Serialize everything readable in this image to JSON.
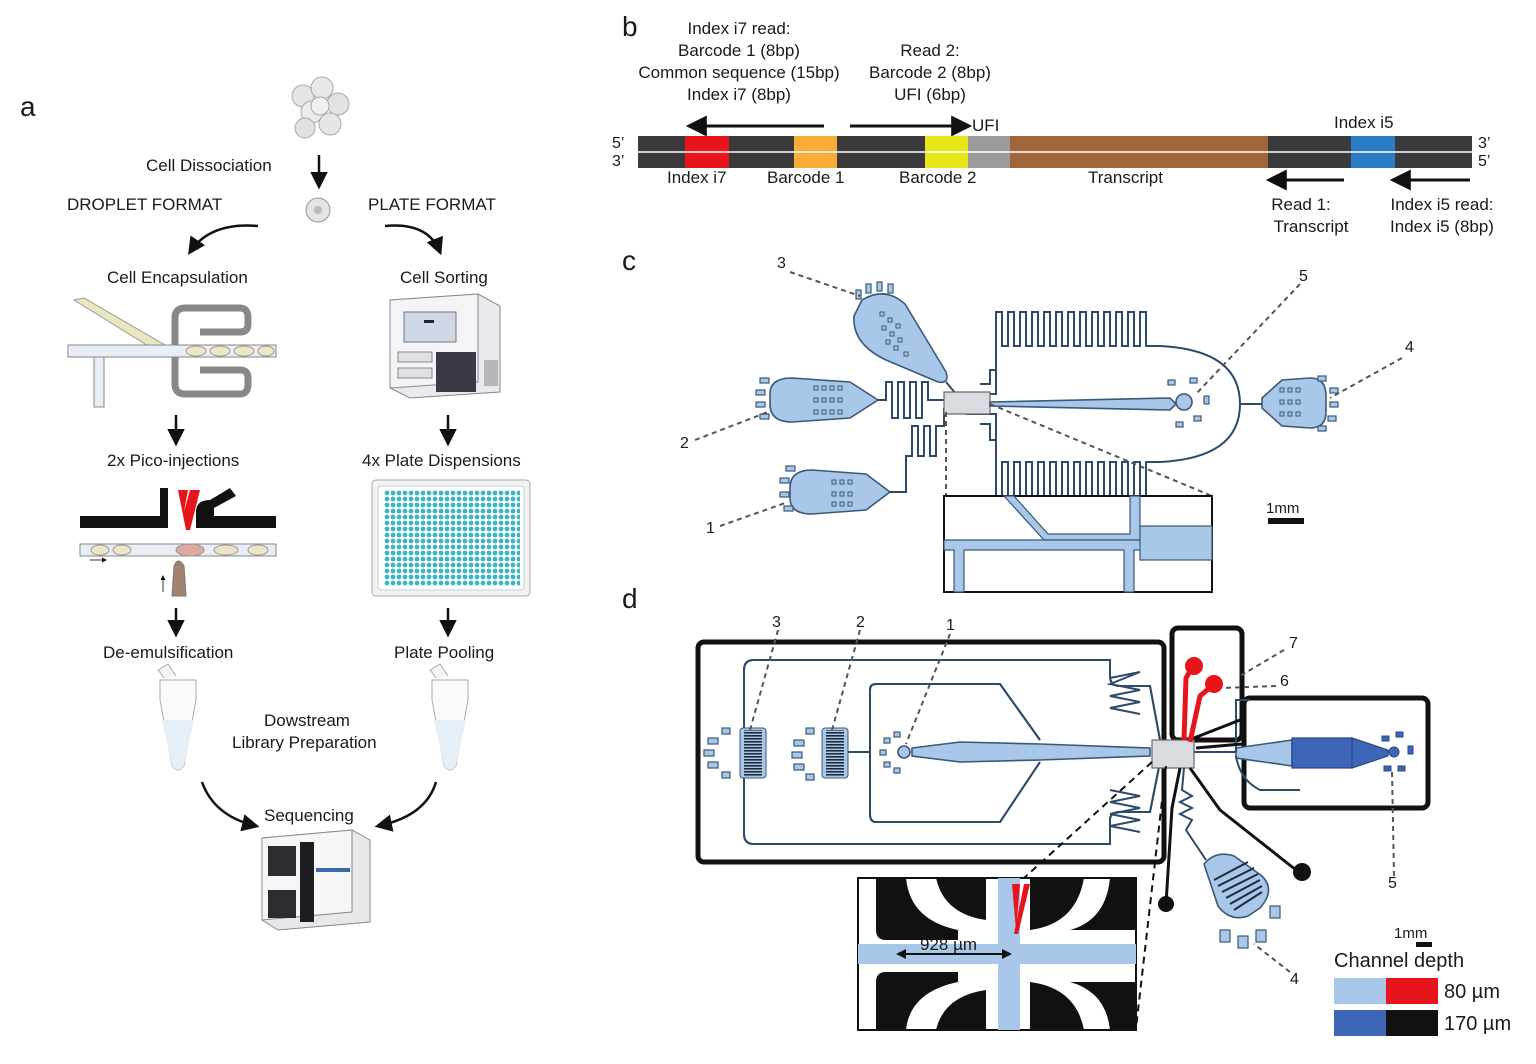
{
  "panels": {
    "a": "a",
    "b": "b",
    "c": "c",
    "d": "d"
  },
  "panel_a": {
    "cell_dissociation": "Cell Dissociation",
    "droplet_format": "DROPLET FORMAT",
    "plate_format": "PLATE FORMAT",
    "cell_encapsulation": "Cell Encapsulation",
    "cell_sorting": "Cell Sorting",
    "pico_injections": "2x Pico-injections",
    "plate_dispensions": "4x Plate Dispensions",
    "de_emulsification": "De-emulsification",
    "plate_pooling": "Plate Pooling",
    "downstream_1": "Dowstream",
    "downstream_2": "Library Preparation",
    "sequencing": "Sequencing"
  },
  "panel_b": {
    "i7_read_lines": [
      "Index i7 read:",
      "Barcode 1 (8bp)",
      "Common sequence (15bp)",
      "Index i7 (8bp)"
    ],
    "read2_lines": [
      "Read 2:",
      "Barcode 2 (8bp)",
      "UFI (6bp)"
    ],
    "ufi": "UFI",
    "index_i5": "Index i5",
    "end_5_left": "5’",
    "end_3_left": "3’",
    "end_3_right": "3’",
    "end_5_right": "5’",
    "index_i7": "Index i7",
    "barcode1": "Barcode 1",
    "barcode2": "Barcode 2",
    "transcript": "Transcript",
    "read1_lines": [
      "Read 1:",
      "Transcript"
    ],
    "i5_read_lines": [
      "Index i5 read:",
      "Index i5 (8bp)"
    ],
    "colors": {
      "index_i7": "#e8141b",
      "barcode1": "#f8ac3a",
      "barcode2": "#e6e61a",
      "ufi": "#9a9a9a",
      "transcript": "#a0653a",
      "index_i5": "#2a7dc4",
      "backbone": "#3a3a3a"
    }
  },
  "panel_c": {
    "numbers": [
      "1",
      "2",
      "3",
      "4",
      "5"
    ],
    "scale": "1mm"
  },
  "panel_d": {
    "numbers": [
      "1",
      "2",
      "3",
      "4",
      "5",
      "6",
      "7"
    ],
    "measure": "928 µm",
    "scale": "1mm",
    "legend_title": "Channel depth",
    "depth_80": "80 µm",
    "depth_170": "170 µm",
    "colors": {
      "shallow_blue": "#a9c7e8",
      "shallow_red": "#e8141b",
      "deep_blue": "#3d66b8",
      "deep_black": "#111111"
    }
  }
}
